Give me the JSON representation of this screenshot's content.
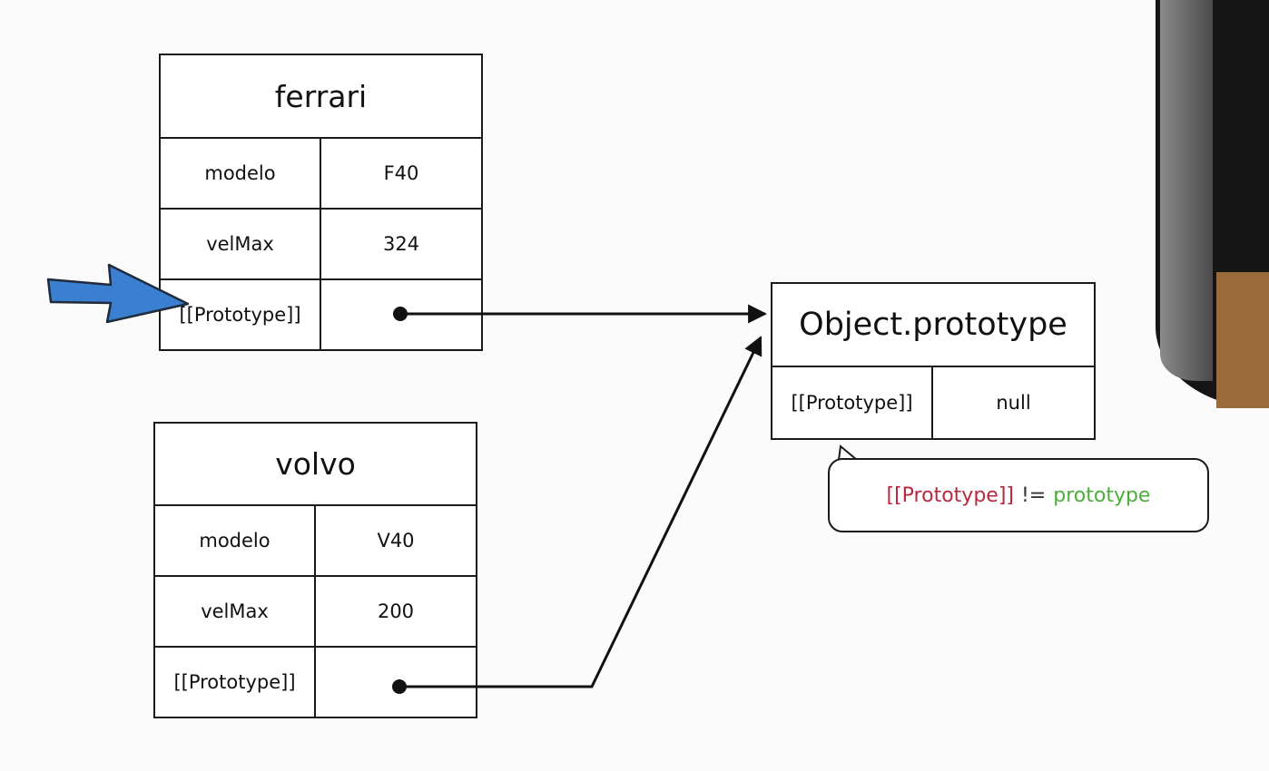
{
  "ferrari": {
    "title": "ferrari",
    "rows": [
      {
        "key": "modelo",
        "value": "F40"
      },
      {
        "key": "velMax",
        "value": "324"
      },
      {
        "key": "[[Prototype]]",
        "value": ""
      }
    ]
  },
  "volvo": {
    "title": "volvo",
    "rows": [
      {
        "key": "modelo",
        "value": "V40"
      },
      {
        "key": "velMax",
        "value": "200"
      },
      {
        "key": "[[Prototype]]",
        "value": ""
      }
    ]
  },
  "object_prototype": {
    "title": "Object.prototype",
    "rows": [
      {
        "key": "[[Prototype]]",
        "value": "null"
      }
    ]
  },
  "note": {
    "left": "[[Prototype]]",
    "operator": "!=",
    "right": "prototype"
  },
  "colors": {
    "pointer_arrow": "#3b7fd0",
    "note_left": "#b8283e",
    "note_right": "#4cae39"
  }
}
